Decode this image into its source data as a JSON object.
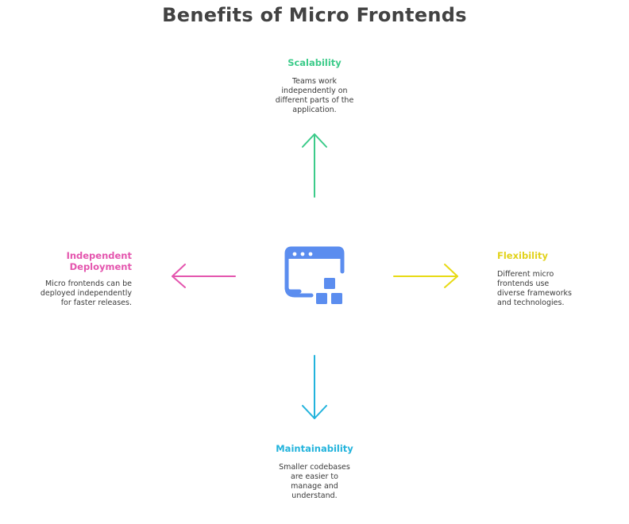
{
  "title": "Benefits of Micro Frontends",
  "center_icon": {
    "name": "micro-frontend-window-icon",
    "color": "#5B8DEF"
  },
  "nodes": {
    "top": {
      "label": "Scalability",
      "description_lines": [
        "Teams work",
        "independently on",
        "different parts of the",
        "application."
      ],
      "color": "#3CCB8A",
      "direction": "up"
    },
    "left": {
      "label_lines": [
        "Independent",
        "Deployment"
      ],
      "description_lines": [
        "Micro frontends can be",
        "deployed independently",
        "for faster releases."
      ],
      "color": "#E455AE",
      "direction": "left"
    },
    "right": {
      "label": "Flexibility",
      "description_lines": [
        "Different micro",
        "frontends use",
        "diverse frameworks",
        "and technologies."
      ],
      "color": "#E2D21B",
      "direction": "right"
    },
    "bottom": {
      "label": "Maintainability",
      "description_lines": [
        "Smaller codebases",
        "are easier to",
        "manage and",
        "understand."
      ],
      "color": "#22B3DC",
      "direction": "down"
    }
  }
}
